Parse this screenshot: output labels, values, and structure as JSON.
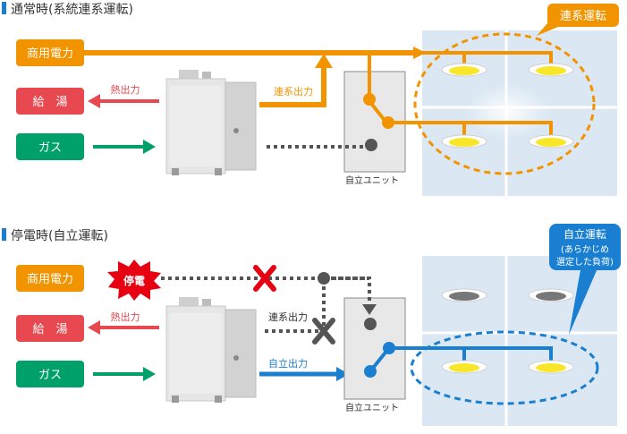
{
  "normal": {
    "heading": "通常時(系統連系運転)",
    "grid_label": "商用電力",
    "hotwater_label": "給　湯",
    "gas_label": "ガス",
    "heat_output": "熱出力",
    "grid_tie_output": "連系出力",
    "unit_label": "自立ユニット",
    "badge": "連系運転"
  },
  "outage": {
    "heading": "停電時(自立運転)",
    "grid_label": "商用電力",
    "hotwater_label": "給　湯",
    "gas_label": "ガス",
    "outage_label": "停電",
    "heat_output": "熱出力",
    "grid_tie_output": "連系出力",
    "standalone_output": "自立出力",
    "unit_label": "自立ユニット",
    "badge_line1": "自立運転",
    "badge_line2": "(あらかじめ",
    "badge_line3": "選定した負荷)"
  },
  "colors": {
    "orange": "#f29400",
    "red": "#e8484f",
    "green": "#00a06a",
    "blue": "#1a7fd0",
    "dark": "#555555",
    "cross_red": "#e60012",
    "lamp_on": "#f7e62a",
    "lamp_off": "#777777",
    "room": "#dbe8f3"
  }
}
